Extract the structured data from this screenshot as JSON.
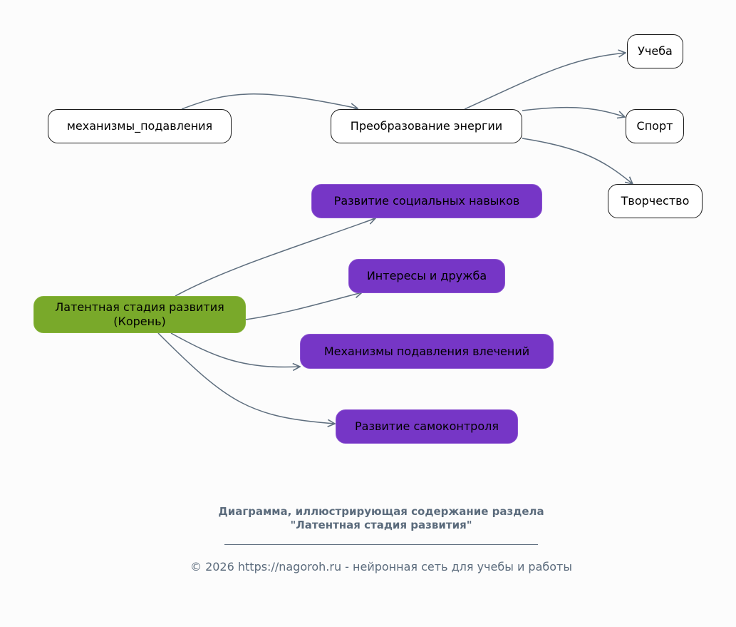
{
  "diagram": {
    "nodes": [
      {
        "id": "mechanisms",
        "label": "механизмы_подавления",
        "style": "plain"
      },
      {
        "id": "transformation",
        "label": "Преобразование энергии",
        "style": "plain"
      },
      {
        "id": "study",
        "label": "Учеба",
        "style": "plain"
      },
      {
        "id": "sport",
        "label": "Спорт",
        "style": "plain"
      },
      {
        "id": "creativity",
        "label": "Творчество",
        "style": "plain"
      },
      {
        "id": "root",
        "label": "Латентная стадия развития\n(Корень)",
        "line1": "Латентная стадия развития",
        "line2": "(Корень)",
        "style": "green"
      },
      {
        "id": "social",
        "label": "Развитие социальных навыков",
        "style": "purple"
      },
      {
        "id": "interests",
        "label": "Интересы и дружба",
        "style": "purple"
      },
      {
        "id": "suppression",
        "label": "Механизмы подавления влечений",
        "style": "purple"
      },
      {
        "id": "selfcontrol",
        "label": "Развитие самоконтроля",
        "style": "purple"
      }
    ],
    "edges": [
      {
        "from": "mechanisms",
        "to": "transformation"
      },
      {
        "from": "transformation",
        "to": "study"
      },
      {
        "from": "transformation",
        "to": "sport"
      },
      {
        "from": "transformation",
        "to": "creativity"
      },
      {
        "from": "root",
        "to": "social"
      },
      {
        "from": "root",
        "to": "interests"
      },
      {
        "from": "root",
        "to": "suppression"
      },
      {
        "from": "root",
        "to": "selfcontrol"
      }
    ],
    "colors": {
      "root_fill": "#79a92a",
      "child_fill": "#7636c6",
      "plain_fill": "#ffffff",
      "edge": "#5e6e7e",
      "caption": "#5b6b7c",
      "background": "#fcfcfc"
    }
  },
  "caption": {
    "title_line1": "Диаграмма, иллюстрирующая содержание раздела",
    "title_line2": "\"Латентная стадия развития\"",
    "copyright": "© 2026 https://nagoroh.ru - нейронная сеть для учебы и работы"
  }
}
